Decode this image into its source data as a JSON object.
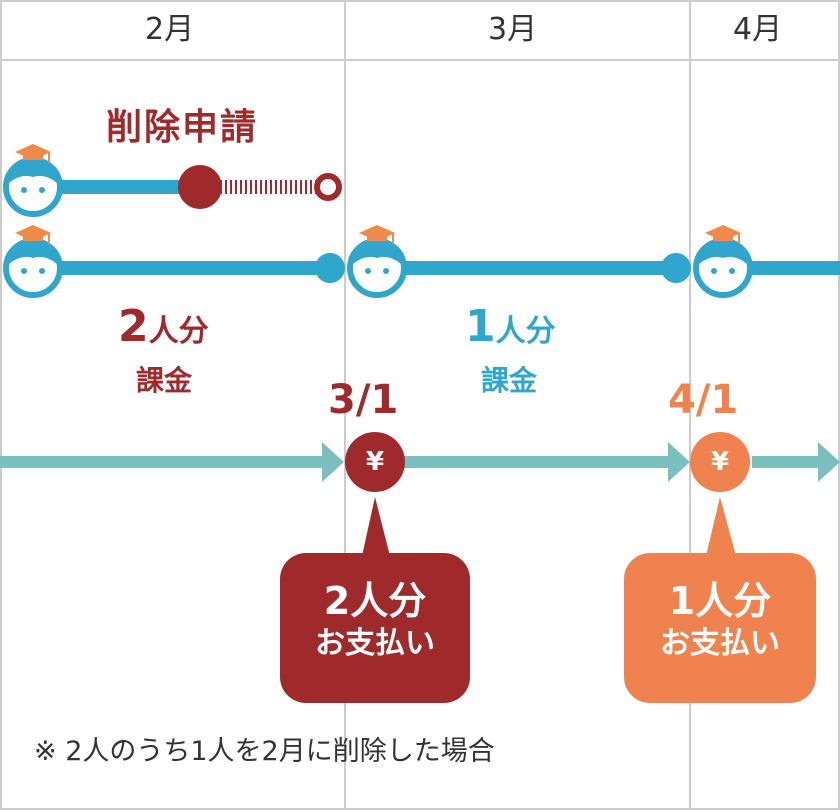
{
  "months": [
    "2月",
    "3月",
    "4月"
  ],
  "title": "削除申請",
  "charges": [
    {
      "num": "2",
      "unit": "人分",
      "label": "課金"
    },
    {
      "num": "1",
      "unit": "人分",
      "label": "課金"
    }
  ],
  "payments": [
    {
      "date": "3/1",
      "symbol": "¥",
      "line1": "2人分",
      "line2": "お支払い"
    },
    {
      "date": "4/1",
      "symbol": "¥",
      "line1": "1人分",
      "line2": "お支払い"
    }
  ],
  "note": "※ 2人のうち1人を2月に削除した場合",
  "colors": {
    "dark_red": "#9e2a2c",
    "blue": "#30a6cc",
    "teal": "#7cbfbf",
    "orange": "#f0824f",
    "cap": "#f08a4b",
    "grid": "#cccccc"
  }
}
